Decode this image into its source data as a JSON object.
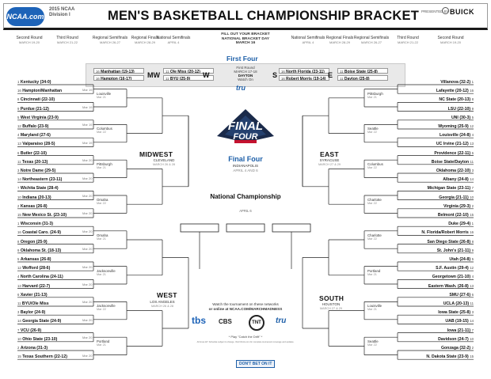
{
  "header": {
    "logo_text": "NCAA.com",
    "subtag": [
      "2015 NCAA",
      "Division I"
    ],
    "title": "MEN'S BASKETBALL CHAMPIONSHIP BRACKET",
    "presented_by": "PRESENTED BY",
    "sponsor": "BUICK",
    "fillout": [
      "FILL OUT YOUR BRACKET",
      "NATIONAL BRACKET DAY",
      "MARCH 16"
    ]
  },
  "rounds_left": [
    {
      "name": "Second Round",
      "date": "MARCH 19-20"
    },
    {
      "name": "Third Round",
      "date": "MARCH 21-22"
    },
    {
      "name": "Regional Semifinals",
      "date": "MARCH 26-27"
    },
    {
      "name": "Regional Finals",
      "date": "MARCH 28-29"
    },
    {
      "name": "National Semifinals",
      "date": "APRIL 4"
    }
  ],
  "rounds_right": [
    {
      "name": "National Semifinals",
      "date": "APRIL 4"
    },
    {
      "name": "Regional Finals",
      "date": "MARCH 28-29"
    },
    {
      "name": "Regional Semifinals",
      "date": "MARCH 26-27"
    },
    {
      "name": "Third Round",
      "date": "MARCH 21-22"
    },
    {
      "name": "Second Round",
      "date": "MARCH 19-20"
    }
  ],
  "first_four": {
    "title": "First Four",
    "games": [
      {
        "region": "MW",
        "top": "Manhattan (19-13)",
        "bottom": "Hampton (16-17)",
        "top_seed": "16",
        "bottom_seed": "16"
      },
      {
        "region": "W",
        "top": "Ole Miss (20-12)",
        "bottom": "BYU (25-9)",
        "top_seed": "11",
        "bottom_seed": "11"
      },
      {
        "region": "S",
        "top": "North Florida (23-11)",
        "bottom": "Robert Morris (19-14)",
        "top_seed": "16",
        "bottom_seed": "16"
      },
      {
        "region": "E",
        "top": "Boise State (25-8)",
        "bottom": "Dayton (25-8)",
        "top_seed": "11",
        "bottom_seed": "11"
      }
    ],
    "center": [
      "First Round",
      "MARCH 17-18",
      "DAYTON"
    ],
    "watch": "Watch On",
    "network": "tru"
  },
  "regions": {
    "midwest": {
      "name": "MIDWEST",
      "city": "CLEVELAND",
      "date": "MARCH 26 & 28"
    },
    "west": {
      "name": "WEST",
      "city": "LOS ANGELES",
      "date": "MARCH 26 & 28"
    },
    "east": {
      "name": "EAST",
      "city": "SYRACUSE",
      "date": "MARCH 27 & 29"
    },
    "south": {
      "name": "SOUTH",
      "city": "HOUSTON",
      "date": "MARCH 27 & 29"
    }
  },
  "left_teams": [
    {
      "seed": "1",
      "name": "Kentucky (34-0)"
    },
    {
      "seed": "16",
      "name": "Hampton/Manhattan"
    },
    {
      "seed": "8",
      "name": "Cincinnati (22-10)"
    },
    {
      "seed": "9",
      "name": "Purdue (21-12)"
    },
    {
      "seed": "5",
      "name": "West Virginia (23-9)"
    },
    {
      "seed": "12",
      "name": "Buffalo (23-9)"
    },
    {
      "seed": "4",
      "name": "Maryland (27-6)"
    },
    {
      "seed": "13",
      "name": "Valparaiso (28-5)"
    },
    {
      "seed": "6",
      "name": "Butler (22-10)"
    },
    {
      "seed": "11",
      "name": "Texas (20-13)"
    },
    {
      "seed": "3",
      "name": "Notre Dame (29-5)"
    },
    {
      "seed": "14",
      "name": "Northeastern (23-11)"
    },
    {
      "seed": "7",
      "name": "Wichita State (28-4)"
    },
    {
      "seed": "10",
      "name": "Indiana (20-13)"
    },
    {
      "seed": "2",
      "name": "Kansas (26-8)"
    },
    {
      "seed": "15",
      "name": "New Mexico St. (23-10)"
    },
    {
      "seed": "1",
      "name": "Wisconsin (31-3)"
    },
    {
      "seed": "16",
      "name": "Coastal Caro. (24-9)"
    },
    {
      "seed": "8",
      "name": "Oregon (25-9)"
    },
    {
      "seed": "9",
      "name": "Oklahoma St. (18-13)"
    },
    {
      "seed": "5",
      "name": "Arkansas (26-8)"
    },
    {
      "seed": "12",
      "name": "Wofford (28-6)"
    },
    {
      "seed": "4",
      "name": "North Carolina (24-11)"
    },
    {
      "seed": "13",
      "name": "Harvard (22-7)"
    },
    {
      "seed": "6",
      "name": "Xavier (21-13)"
    },
    {
      "seed": "11",
      "name": "BYU/Ole Miss"
    },
    {
      "seed": "3",
      "name": "Baylor (24-9)"
    },
    {
      "seed": "14",
      "name": "Georgia State (24-9)"
    },
    {
      "seed": "7",
      "name": "VCU (26-9)"
    },
    {
      "seed": "10",
      "name": "Ohio State (23-10)"
    },
    {
      "seed": "2",
      "name": "Arizona (31-3)"
    },
    {
      "seed": "15",
      "name": "Texas Southern (22-12)"
    }
  ],
  "right_teams": [
    {
      "seed": "1",
      "name": "Villanova (32-2)"
    },
    {
      "seed": "16",
      "name": "Lafayette (20-12)"
    },
    {
      "seed": "8",
      "name": "NC State (20-13)"
    },
    {
      "seed": "9",
      "name": "LSU (22-10)"
    },
    {
      "seed": "5",
      "name": "UNI (30-3)"
    },
    {
      "seed": "12",
      "name": "Wyoming (25-9)"
    },
    {
      "seed": "4",
      "name": "Louisville (24-8)"
    },
    {
      "seed": "13",
      "name": "UC Irvine (21-12)"
    },
    {
      "seed": "6",
      "name": "Providence (22-11)"
    },
    {
      "seed": "11",
      "name": "Boise State/Dayton"
    },
    {
      "seed": "3",
      "name": "Oklahoma (22-10)"
    },
    {
      "seed": "14",
      "name": "Albany (24-8)"
    },
    {
      "seed": "7",
      "name": "Michigan State (23-11)"
    },
    {
      "seed": "10",
      "name": "Georgia (21-11)"
    },
    {
      "seed": "2",
      "name": "Virginia (29-3)"
    },
    {
      "seed": "15",
      "name": "Belmont (22-10)"
    },
    {
      "seed": "1",
      "name": "Duke (29-4)"
    },
    {
      "seed": "16",
      "name": "N. Florida/Robert Morris"
    },
    {
      "seed": "8",
      "name": "San Diego State (26-8)"
    },
    {
      "seed": "9",
      "name": "St. John's (21-11)"
    },
    {
      "seed": "5",
      "name": "Utah (24-8)"
    },
    {
      "seed": "12",
      "name": "S.F. Austin (29-4)"
    },
    {
      "seed": "4",
      "name": "Georgetown (21-10)"
    },
    {
      "seed": "13",
      "name": "Eastern Wash. (26-8)"
    },
    {
      "seed": "6",
      "name": "SMU (27-6)"
    },
    {
      "seed": "11",
      "name": "UCLA (20-13)"
    },
    {
      "seed": "3",
      "name": "Iowa State (25-8)"
    },
    {
      "seed": "14",
      "name": "UAB (19-15)"
    },
    {
      "seed": "7",
      "name": "Iowa (21-11)"
    },
    {
      "seed": "10",
      "name": "Davidson (24-7)"
    },
    {
      "seed": "2",
      "name": "Gonzaga (32-2)"
    },
    {
      "seed": "15",
      "name": "N. Dakota State (23-9)"
    }
  ],
  "left_r2_dates": [
    "Mar 19",
    "Mar 19",
    "Mar 19",
    "Mar 19",
    "Mar 20",
    "Mar 20",
    "Mar 20",
    "Mar 20",
    "Mar 20",
    "Mar 20",
    "Mar 20",
    "Mar 20",
    "Mar 20",
    "Mar 20",
    "Mar 20",
    "Mar 20"
  ],
  "left_r3_sites": [
    {
      "city": "Louisville",
      "date": "Mar 21"
    },
    {
      "city": "Columbus",
      "date": "Mar 22"
    },
    {
      "city": "Pittsburgh",
      "date": "Mar 21"
    },
    {
      "city": "Omaha",
      "date": "Mar 22"
    },
    {
      "city": "Omaha",
      "date": "Mar 21"
    },
    {
      "city": "Jacksonville",
      "date": "Mar 21"
    },
    {
      "city": "Jacksonville",
      "date": "Mar 22"
    },
    {
      "city": "Portland",
      "date": "Mar 21"
    }
  ],
  "right_r3_sites": [
    {
      "city": "Pittsburgh",
      "date": "Mar 21"
    },
    {
      "city": "Seattle",
      "date": "Mar 22"
    },
    {
      "city": "Columbus",
      "date": "Mar 22"
    },
    {
      "city": "Charlotte",
      "date": "Mar 22"
    },
    {
      "city": "Charlotte",
      "date": "Mar 22"
    },
    {
      "city": "Portland",
      "date": "Mar 21"
    },
    {
      "city": "Louisville",
      "date": "Mar 21"
    },
    {
      "city": "Seattle",
      "date": "Mar 22"
    }
  ],
  "center": {
    "final_four": "Final Four",
    "ff_city": "INDIANAPOLIS",
    "ff_date": "APRIL 4 AND 6",
    "nc_title": "National Championship",
    "nc_date": "APRIL 6",
    "watch": [
      "Watch the tournament on these networks",
      "or online at NCAA.COM/MARCHMADNESS"
    ],
    "networks": {
      "tbs": "tbs",
      "cbs": "CBS",
      "tnt": "TNT",
      "trutv": "tru"
    },
    "ticker": "* Play \"Catch the Drift\" *",
    "fine": "All times ET. Schedule subject to change. Visit NCAA.com for complete tournament coverage and updates.",
    "dontbe": "DON'T BET ON IT"
  }
}
